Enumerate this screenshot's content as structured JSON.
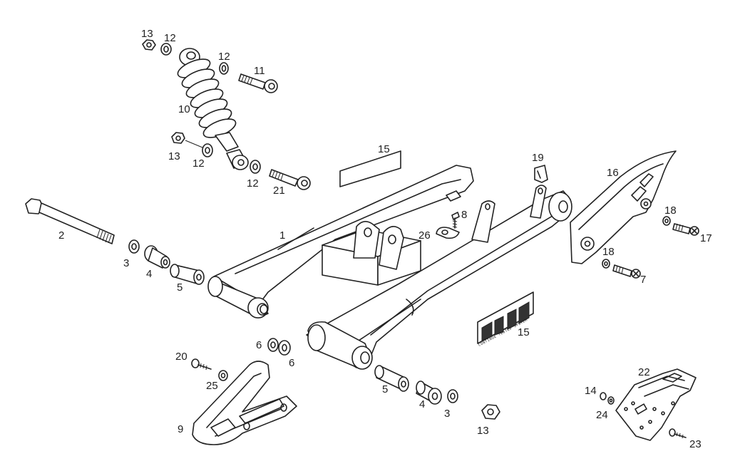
{
  "callouts": [
    {
      "id": "c13a",
      "text": "13"
    },
    {
      "id": "c12a",
      "text": "12"
    },
    {
      "id": "c12b",
      "text": "12"
    },
    {
      "id": "c11",
      "text": "11"
    },
    {
      "id": "c10",
      "text": "10"
    },
    {
      "id": "c13b",
      "text": "13"
    },
    {
      "id": "c12c",
      "text": "12"
    },
    {
      "id": "c12d",
      "text": "12"
    },
    {
      "id": "c21",
      "text": "21"
    },
    {
      "id": "c15a",
      "text": "15"
    },
    {
      "id": "c2",
      "text": "2"
    },
    {
      "id": "c3a",
      "text": "3"
    },
    {
      "id": "c4a",
      "text": "4"
    },
    {
      "id": "c5a",
      "text": "5"
    },
    {
      "id": "c1",
      "text": "1"
    },
    {
      "id": "c19",
      "text": "19"
    },
    {
      "id": "c8",
      "text": "8"
    },
    {
      "id": "c26",
      "text": "26"
    },
    {
      "id": "c16",
      "text": "16"
    },
    {
      "id": "c18a",
      "text": "18"
    },
    {
      "id": "c17",
      "text": "17"
    },
    {
      "id": "c18b",
      "text": "18"
    },
    {
      "id": "c7",
      "text": "7"
    },
    {
      "id": "c15b",
      "text": "15"
    },
    {
      "id": "c20",
      "text": "20"
    },
    {
      "id": "c25",
      "text": "25"
    },
    {
      "id": "c6a",
      "text": "6"
    },
    {
      "id": "c6b",
      "text": "6"
    },
    {
      "id": "c9",
      "text": "9"
    },
    {
      "id": "c5b",
      "text": "5"
    },
    {
      "id": "c4b",
      "text": "4"
    },
    {
      "id": "c3b",
      "text": "3"
    },
    {
      "id": "c13c",
      "text": "13"
    },
    {
      "id": "c22",
      "text": "22"
    },
    {
      "id": "c14",
      "text": "14"
    },
    {
      "id": "c24",
      "text": "24"
    },
    {
      "id": "c23",
      "text": "23"
    }
  ],
  "decal_small_text": "CONTINUE TESTED SYSTEM"
}
